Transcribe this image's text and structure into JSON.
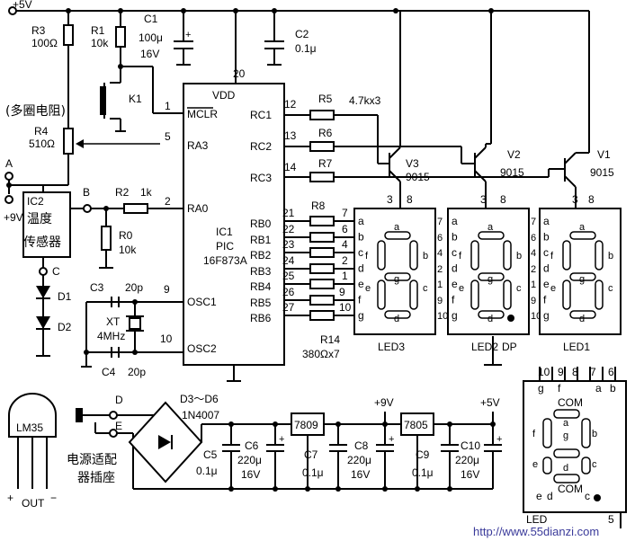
{
  "supply": {
    "plus5v": "+5V",
    "plus9v": "+9V"
  },
  "resistors": {
    "r3": {
      "ref": "R3",
      "value": "100Ω"
    },
    "r1": {
      "ref": "R1",
      "value": "10k"
    },
    "r4": {
      "ref": "R4",
      "value": "510Ω",
      "note": "(多圈电阻)"
    },
    "r2": {
      "ref": "R2",
      "value": "1k"
    },
    "r0": {
      "ref": "R0",
      "value": "10k"
    },
    "r5": {
      "ref": "R5",
      "value": "4.7kx3"
    },
    "r6": {
      "ref": "R6"
    },
    "r7": {
      "ref": "R7"
    },
    "r8": {
      "ref": "R8"
    },
    "r14": {
      "ref": "R14",
      "value": "380Ωx7"
    }
  },
  "capacitors": {
    "c1": {
      "ref": "C1",
      "value": "100μ",
      "voltage": "16V"
    },
    "c2": {
      "ref": "C2",
      "value": "0.1μ"
    },
    "c3": {
      "ref": "C3",
      "value": "20p"
    },
    "c4": {
      "ref": "C4",
      "value": "20p"
    },
    "c5": {
      "ref": "C5",
      "value": "0.1μ"
    },
    "c6": {
      "ref": "C6",
      "value": "220μ",
      "voltage": "16V"
    },
    "c7": {
      "ref": "C7",
      "value": "0.1μ"
    },
    "c8": {
      "ref": "C8",
      "value": "220μ",
      "voltage": "16V"
    },
    "c9": {
      "ref": "C9",
      "value": "0.1μ"
    },
    "c10": {
      "ref": "C10",
      "value": "220μ",
      "voltage": "16V"
    }
  },
  "switch_k1": "K1",
  "crystal": {
    "ref": "XT",
    "value": "4MHz"
  },
  "ic1": {
    "ref": "IC1",
    "part1": "PIC",
    "part2": "16F873A",
    "vdd": "VDD",
    "pins_left": [
      {
        "name": "MCLR",
        "num": "1"
      },
      {
        "name": "RA3",
        "num": "5"
      },
      {
        "name": "RA0",
        "num": "2"
      },
      {
        "name": "OSC1",
        "num": "9"
      },
      {
        "name": "OSC2",
        "num": "10"
      }
    ],
    "vdd_pin": "20",
    "pins_right": [
      {
        "name": "RC1",
        "num": "12"
      },
      {
        "name": "RC2",
        "num": "13"
      },
      {
        "name": "RC3",
        "num": "14"
      },
      {
        "name": "RB0",
        "num": "21",
        "seg_num": "7"
      },
      {
        "name": "RB1",
        "num": "22",
        "seg_num": "6"
      },
      {
        "name": "RB2",
        "num": "23",
        "seg_num": "4"
      },
      {
        "name": "RB3",
        "num": "24",
        "seg_num": "2"
      },
      {
        "name": "RB4",
        "num": "25",
        "seg_num": "1"
      },
      {
        "name": "RB5",
        "num": "26",
        "seg_num": "9"
      },
      {
        "name": "RB6",
        "num": "27",
        "seg_num": "10"
      }
    ]
  },
  "ic2": {
    "ref": "IC2",
    "line1": "温度",
    "line2": "传感器"
  },
  "nodes": {
    "a": "A",
    "b": "B",
    "c": "C",
    "d": "D",
    "e": "E"
  },
  "diodes_sensor": {
    "d1": "D1",
    "d2": "D2"
  },
  "transistors": [
    {
      "ref": "V3",
      "part": "9015"
    },
    {
      "ref": "V2",
      "part": "9015"
    },
    {
      "ref": "V1",
      "part": "9015"
    }
  ],
  "led_pins": {
    "common": "3",
    "common2": "8"
  },
  "segments": [
    "a",
    "b",
    "c",
    "d",
    "e",
    "f",
    "g"
  ],
  "leds": [
    {
      "ref": "LED3"
    },
    {
      "ref": "LED2",
      "dp": "DP"
    },
    {
      "ref": "LED1"
    }
  ],
  "pinout": {
    "top_pins": [
      "10",
      "9",
      "8",
      "7",
      "6"
    ],
    "top_labels": [
      "g",
      "f",
      "a",
      "b"
    ],
    "com_top": "COM",
    "com_bottom": "COM",
    "bottom_labels": [
      "e",
      "d",
      "c"
    ],
    "dp": "•",
    "bottom_pin": "5",
    "led_label": "LED"
  },
  "power": {
    "lm35": "LM35",
    "lm35_plus": "+",
    "lm35_out": "OUT",
    "lm35_minus": "−",
    "adapter_line1": "电源适配",
    "adapter_line2": "器插座",
    "bridge_ref": "D3～D6",
    "bridge_part": "1N4007",
    "reg1": "7809",
    "reg2": "7805"
  },
  "watermark": "http://www.55dianzi.com"
}
